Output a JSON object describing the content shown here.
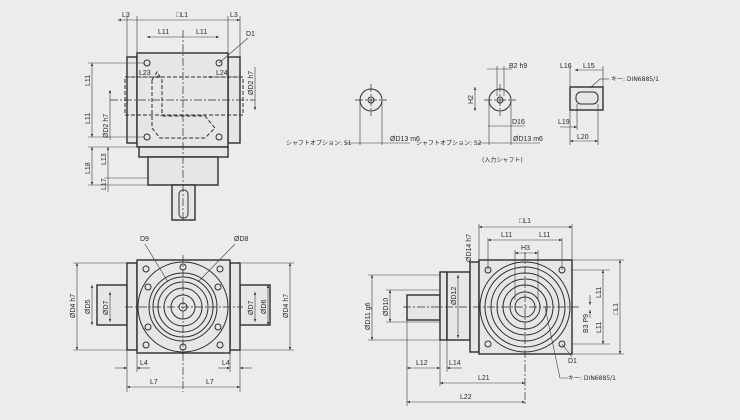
{
  "top_view": {
    "L3": "L3",
    "L1": "□L1",
    "L11": "L11",
    "D1": "D1",
    "L23": "L23",
    "L24": "L24",
    "D2": "ØD2 h7",
    "L13": "L13",
    "L18": "L18",
    "L17": "L17"
  },
  "shaft_s1": {
    "option_label": "シャフトオプション: S1",
    "D13": "ØD13 m6"
  },
  "shaft_s2": {
    "option_label": "シャフトオプション: S2",
    "D13": "ØD13 m6",
    "B2": "B2 h9",
    "H2": "H2",
    "D16": "D16",
    "caption": "(入力シャフト)"
  },
  "key_view": {
    "L16": "L16",
    "L15": "L15",
    "key_label": "キー: DIN6885/1",
    "L19": "L19",
    "L20": "L20"
  },
  "front_view": {
    "D9": "D9",
    "D8": "ØD8",
    "D4": "ØD4 h7",
    "D5": "ØD5",
    "D7": "ØD7",
    "D6": "ØD6",
    "L4": "L4",
    "L7": "L7"
  },
  "side_view": {
    "L1": "□L1",
    "L11": "L11",
    "H3": "H3",
    "D14": "ØD14 h7",
    "D11": "ØD11 g6",
    "D10": "ØD10",
    "D12": "ØD12",
    "B3": "B3 P9",
    "D1": "D1",
    "key_label": "キー: DIN6885/1",
    "L12": "L12",
    "L14": "L14",
    "L21": "L21",
    "L22": "L22"
  }
}
